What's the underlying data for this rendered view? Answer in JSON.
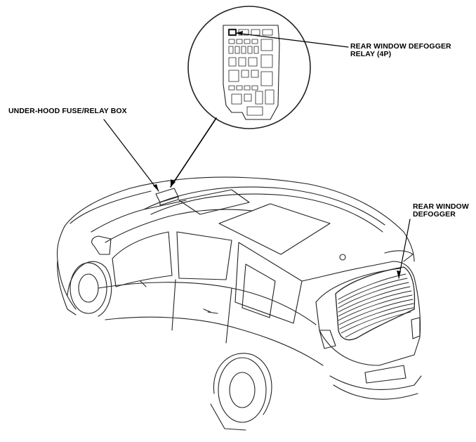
{
  "callouts": {
    "relay_line1": "REAR WINDOW DEFOGGER",
    "relay_line2": "RELAY (4P)",
    "fuse_box": "UNDER-HOOD FUSE/RELAY BOX",
    "defogger_line1": "REAR WINDOW",
    "defogger_line2": "DEFOGGER"
  },
  "colors": {
    "line": "#000000",
    "background": "#ffffff"
  }
}
